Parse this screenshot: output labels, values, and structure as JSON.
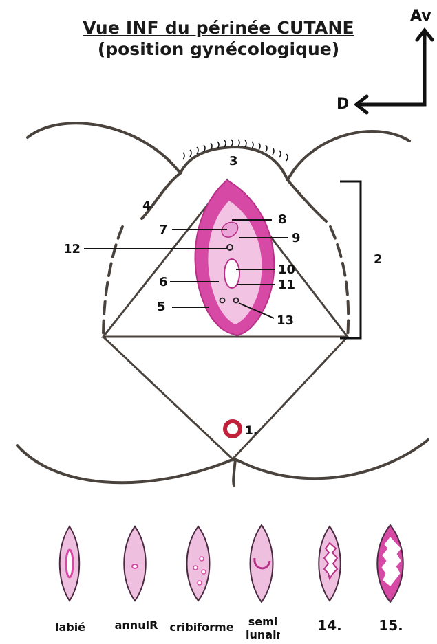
{
  "title": "Vue INF du périnée CUTANE",
  "subtitle": "(position gynécologique)",
  "orientation": {
    "anterior": "Av",
    "right": "D"
  },
  "labels": {
    "n1": "1.",
    "n2": "2",
    "n3": "3",
    "n4": "4",
    "n5": "5",
    "n6": "6",
    "n7": "7",
    "n8": "8",
    "n9": "9",
    "n10": "10",
    "n11": "11",
    "n12": "12",
    "n13": "13"
  },
  "hymen_types": [
    {
      "label": "labié"
    },
    {
      "label": "annulR"
    },
    {
      "label": "cribiforme"
    },
    {
      "label": "semi lunaire"
    },
    {
      "label": "14."
    },
    {
      "label": "15."
    }
  ],
  "colors": {
    "outline": "#4a433d",
    "vulva_outer": "#d64aa6",
    "vulva_inner": "#f3c3e3",
    "vestibule": "#e9a3d6",
    "anus": "#c0203a"
  }
}
